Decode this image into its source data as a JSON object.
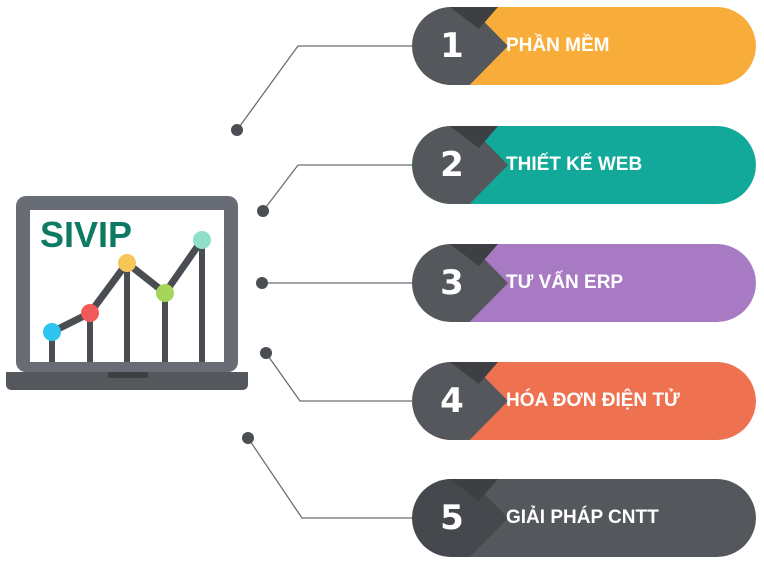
{
  "laptop": {
    "brand": "SIVIP",
    "screen_color": "#686c75",
    "chart_line_color": "#4a4d52",
    "dot_colors": [
      "#2ec4f0",
      "#f2595b",
      "#f7c65b",
      "#a5d65a",
      "#8fe0c8"
    ]
  },
  "items": [
    {
      "number": "1",
      "label": "PHẦN MỀM",
      "color": "#f8ad3a"
    },
    {
      "number": "2",
      "label": "THIẾT KẾ WEB",
      "color": "#12a99a"
    },
    {
      "number": "3",
      "label": "TƯ VẤN ERP",
      "color": "#a87ac4"
    },
    {
      "number": "4",
      "label": "HÓA ĐƠN ĐIỆN TỬ",
      "color": "#ee7150"
    },
    {
      "number": "5",
      "label": "GIẢI PHÁP CNTT",
      "color": "#54575b"
    }
  ],
  "connector_color": "#6b6e72"
}
